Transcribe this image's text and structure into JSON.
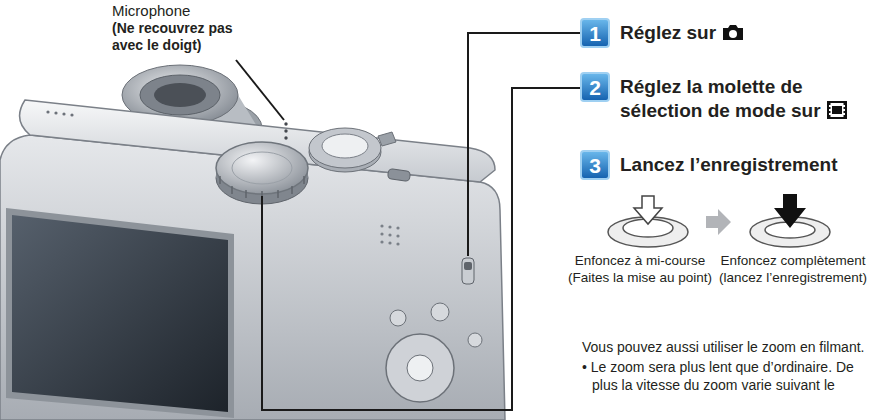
{
  "diagram": {
    "nodes": [
      {
        "text": [
          "1",
          "Réglez sur"
        ]
      },
      {
        "text": [
          "2",
          "Réglez la molette de sélection de mode sur"
        ]
      },
      {
        "text": [
          "3",
          "Lancez l’enregistrement"
        ]
      }
    ],
    "labels": [
      "Microphone",
      "(Ne recouvrez pas avec le doigt)",
      "Enfoncez à mi-course",
      "(Faites la mise au point)",
      "Enfoncez complètement",
      "(lancez l’enregistrement)",
      "Vous pouvez aussi utiliser le zoom en filmant.",
      "• Le zoom sera plus lent que d’ordinaire. De plus la vitesse du zoom varie suivant le"
    ]
  }
}
